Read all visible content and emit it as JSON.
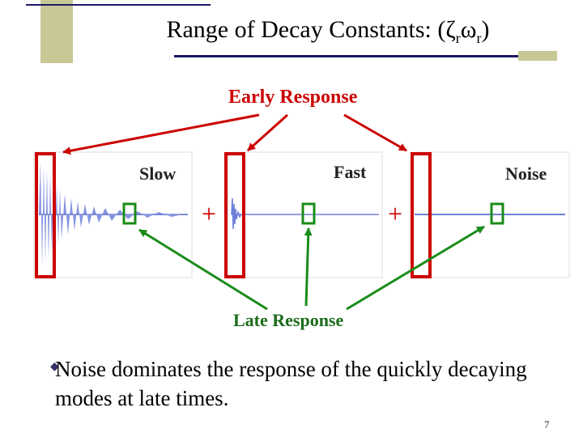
{
  "slide": {
    "title_prefix": "Range of Decay Constants: (",
    "title_zeta": "ζ",
    "title_sub1": "r",
    "title_omega": "ω",
    "title_sub2": "r",
    "title_suffix": ")",
    "page_number": "7"
  },
  "diagram": {
    "early_label": "Early Response",
    "late_label": "Late Response",
    "panel_labels": [
      "Slow",
      "Fast",
      "Noise"
    ],
    "plus_symbol": "+"
  },
  "bullets": [
    {
      "text": "Noise dominates the response of the quickly decaying modes at late times."
    }
  ],
  "colors": {
    "early_arrows": "#cc0000",
    "late_arrows": "#1a8c1a",
    "signal": "#6f7fd9",
    "accent_bar": "#c8c896"
  }
}
